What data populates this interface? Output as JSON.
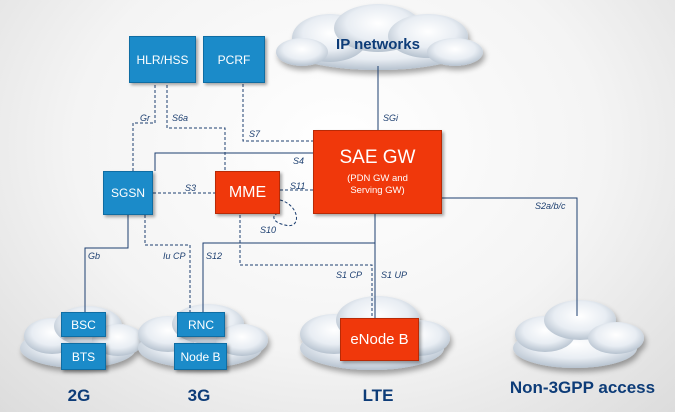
{
  "clouds": {
    "ip_networks": "IP networks",
    "access_2g": "2G",
    "access_3g": "3G",
    "access_lte": "LTE",
    "access_non3gpp": "Non-3GPP access"
  },
  "nodes": {
    "hlr_hss": "HLR/HSS",
    "pcrf": "PCRF",
    "sgsn": "SGSN",
    "mme": "MME",
    "sae_gw": "SAE GW",
    "sae_gw_sub1": "(PDN GW and",
    "sae_gw_sub2": "Serving GW)",
    "bsc": "BSC",
    "bts": "BTS",
    "rnc": "RNC",
    "node_b": "Node B",
    "enode_b": "eNode B"
  },
  "interfaces": {
    "gr": "Gr",
    "s6a": "S6a",
    "s7": "S7",
    "sgi": "SGi",
    "s4": "S4",
    "s3": "S3",
    "s11": "S11",
    "s10": "S10",
    "s2abc": "S2a/b/c",
    "gb": "Gb",
    "iu_cp": "Iu CP",
    "s12": "S12",
    "s1_cp": "S1 CP",
    "s1_up": "S1 UP"
  },
  "colors": {
    "node_blue": "#1b8bc9",
    "node_red": "#f0380b",
    "line": "#1d3f70",
    "label": "#0d3c78"
  }
}
